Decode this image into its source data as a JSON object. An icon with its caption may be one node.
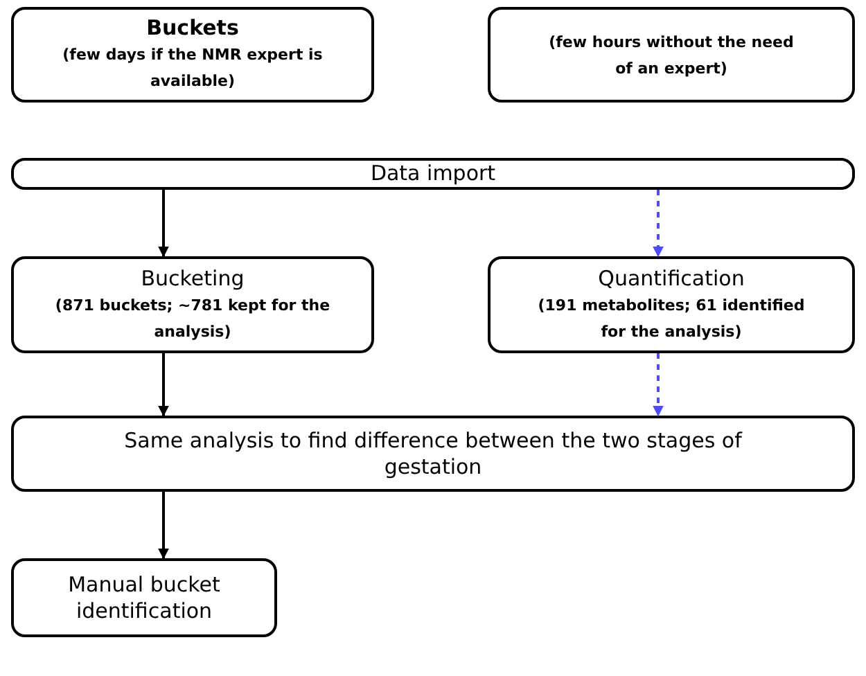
{
  "diagram": {
    "nodes": [
      {
        "text": [
          "Buckets",
          "(few days if the NMR expert is available)"
        ]
      },
      {
        "text": [
          "(few hours without the need of an expert)"
        ]
      },
      {
        "text": [
          "Data import"
        ]
      },
      {
        "text": [
          "Bucketing",
          "(871 buckets; ∼781 kept for the analysis)"
        ]
      },
      {
        "text": [
          "Quantification",
          "(191 metabolites; 61 identified for the analysis)"
        ]
      },
      {
        "text": [
          "Same analysis to find difference between the two stages of gestation"
        ]
      },
      {
        "text": [
          "Manual bucket identification"
        ]
      }
    ],
    "edges": [
      {
        "from": 2,
        "to": 3,
        "arrow": "to"
      },
      {
        "from": 2,
        "to": 4,
        "arrow": "to",
        "style": "dashed",
        "color": "#4c4cff"
      },
      {
        "from": 3,
        "to": 5,
        "arrow": "to"
      },
      {
        "from": 4,
        "to": 5,
        "arrow": "to",
        "style": "dashed",
        "color": "#4c4cff"
      },
      {
        "from": 5,
        "to": 6,
        "arrow": "to"
      }
    ]
  }
}
